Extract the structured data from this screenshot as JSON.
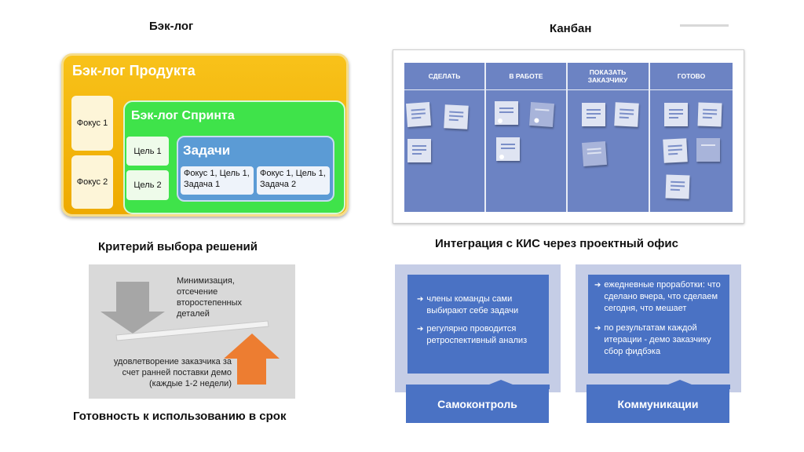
{
  "backlog": {
    "heading": "Бэк-лог",
    "product_title": "Бэк-лог Продукта",
    "focus_items": [
      "Фокус 1",
      "Фокус 2"
    ],
    "sprint_title": "Бэк-лог Спринта",
    "goals": [
      "Цель 1",
      "Цель 2"
    ],
    "tasks_title": "Задачи",
    "tasks": [
      "Фокус 1, Цель 1,  Задача 1",
      "Фокус 1, Цель 1,  Задача 2"
    ]
  },
  "kanban": {
    "heading": "Канбан",
    "columns": [
      "СДЕЛАТЬ",
      "В РАБОТЕ",
      "ПОКАЗАТЬ ЗАКАЗЧИКУ",
      "ГОТОВО"
    ],
    "colors": {
      "board": "#6c83c3",
      "note": "#dfe4f2"
    }
  },
  "criteria": {
    "heading": "Критерий выбора решений",
    "down_text": "Минимизация, отсечение второстепенных деталей",
    "up_text": "удовлетворение заказчика за счет ранней поставки демо (каждые 1-2 недели)",
    "footer": "Готовность к использованию в срок",
    "colors": {
      "down_arrow": "#a6a6a6",
      "up_arrow": "#ed7d31"
    }
  },
  "integration": {
    "heading": "Интеграция с КИС через проектный офис",
    "left": {
      "bullets": [
        "члены команды сами выбирают себе задачи",
        "регулярно проводится ретроспективный анализ"
      ],
      "label": "Самоконтроль"
    },
    "right": {
      "bullets": [
        "ежедневные проработки: что сделано вчера, что сделаем сегодня,  что мешает",
        "по результатам каждой итерации - демо заказчику сбор фидбэка"
      ],
      "label": "Коммуникации"
    },
    "colors": {
      "box": "#4a72c4",
      "outer": "#c5cde6"
    }
  }
}
